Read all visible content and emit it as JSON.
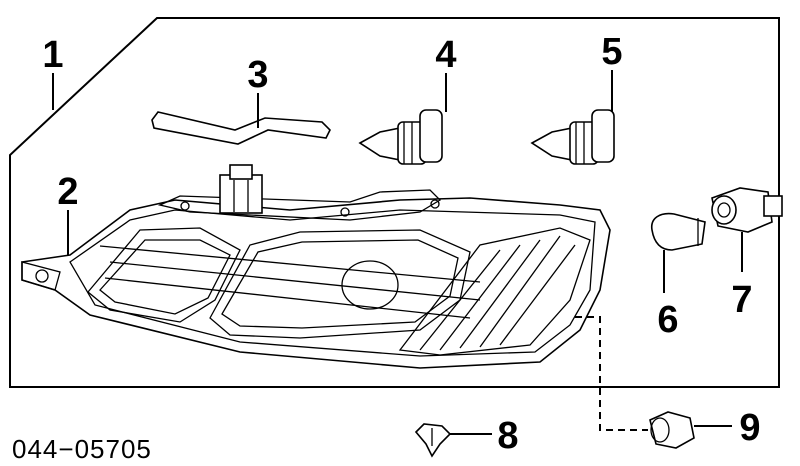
{
  "diagram": {
    "callouts": [
      "1",
      "2",
      "3",
      "4",
      "5",
      "6",
      "7",
      "8",
      "9"
    ],
    "part_code": "044−05705"
  }
}
